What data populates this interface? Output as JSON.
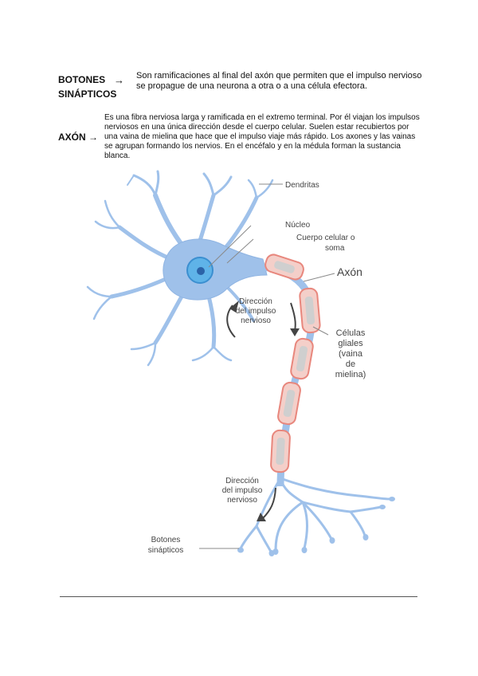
{
  "definitions": {
    "botones": {
      "term_line1": "BOTONES",
      "term_line2": "SINÁPTICOS",
      "arrow": "→",
      "text": "Son ramificaciones al final del axón que permiten que el impulso nervioso se propague de una neurona a otra o a una célula efectora."
    },
    "axon": {
      "term": "AXÓN →",
      "text": "Es una fibra nerviosa larga y ramificada en el extremo terminal. Por él viajan los impulsos nerviosos en una única dirección desde el cuerpo celular. Suelen estar recubiertos por una vaina de mielina que hace que el impulso viaje más rápido. Los axones y las vainas se agrupan formando los nervios. En el encéfalo y en la médula forman la sustancia blanca."
    }
  },
  "diagram": {
    "labels": {
      "dendritas": "Dendritas",
      "nucleo": "Núcleo",
      "cuerpo_l1": "Cuerpo celular o",
      "cuerpo_l2": "soma",
      "axon": "Axón",
      "dir1_l1": "Dirección",
      "dir1_l2": "del impulso",
      "dir1_l3": "nervioso",
      "glial_l1": "Células",
      "glial_l2": "gliales",
      "glial_l3": "(vaina",
      "glial_l4": "de",
      "glial_l5": "mielina)",
      "dir2_l1": "Dirección",
      "dir2_l2": "del impulso",
      "dir2_l3": "nervioso",
      "botones_l1": "Botones",
      "botones_l2": "sinápticos"
    },
    "colors": {
      "neuron": "#9fc1ea",
      "neuron_edge": "#7ea7d8",
      "nucleus": "#3b8fd0",
      "myelin": "#f3d2ce",
      "myelin_edge": "#e8877d",
      "axon_core": "#c8c8c8"
    }
  }
}
